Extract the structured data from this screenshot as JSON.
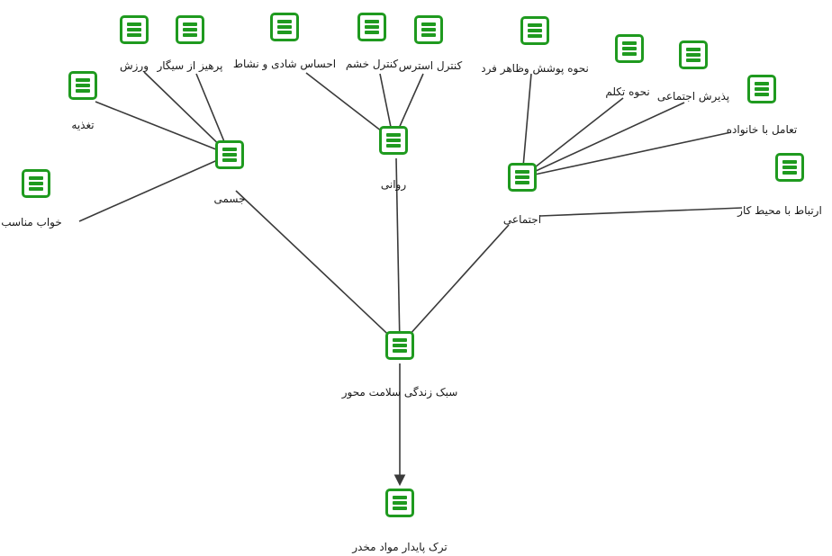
{
  "nodes": {
    "root": {
      "label": "سبک زندگی سلامت محور"
    },
    "outcome": {
      "label": "ترک پایدار مواد مخدر"
    },
    "physical": {
      "label": "جسمی"
    },
    "mental": {
      "label": "روانی"
    },
    "social": {
      "label": "اجتماعی"
    },
    "sleep": {
      "label": "خواب مناسب"
    },
    "nutrition": {
      "label": "تغذیه"
    },
    "exercise": {
      "label": "ورزش"
    },
    "no_smoking": {
      "label": "پرهیز از سیگار"
    },
    "joy": {
      "label": "احساس شادی و نشاط"
    },
    "anger": {
      "label": "کنترل خشم"
    },
    "stress": {
      "label": "کنترل استرس"
    },
    "appearance": {
      "label": "نحوه پوشش وظاهر فرد"
    },
    "speech": {
      "label": "نحوه تکلم"
    },
    "acceptance": {
      "label": "پذیرش اجتماعی"
    },
    "family": {
      "label": "تعامل با خانواده"
    },
    "workplace": {
      "label": "ارتباط با محیط کار"
    }
  },
  "colors": {
    "node": "#1f9a1f",
    "edge": "#3a3a3a",
    "text": "#1a1a1a"
  }
}
